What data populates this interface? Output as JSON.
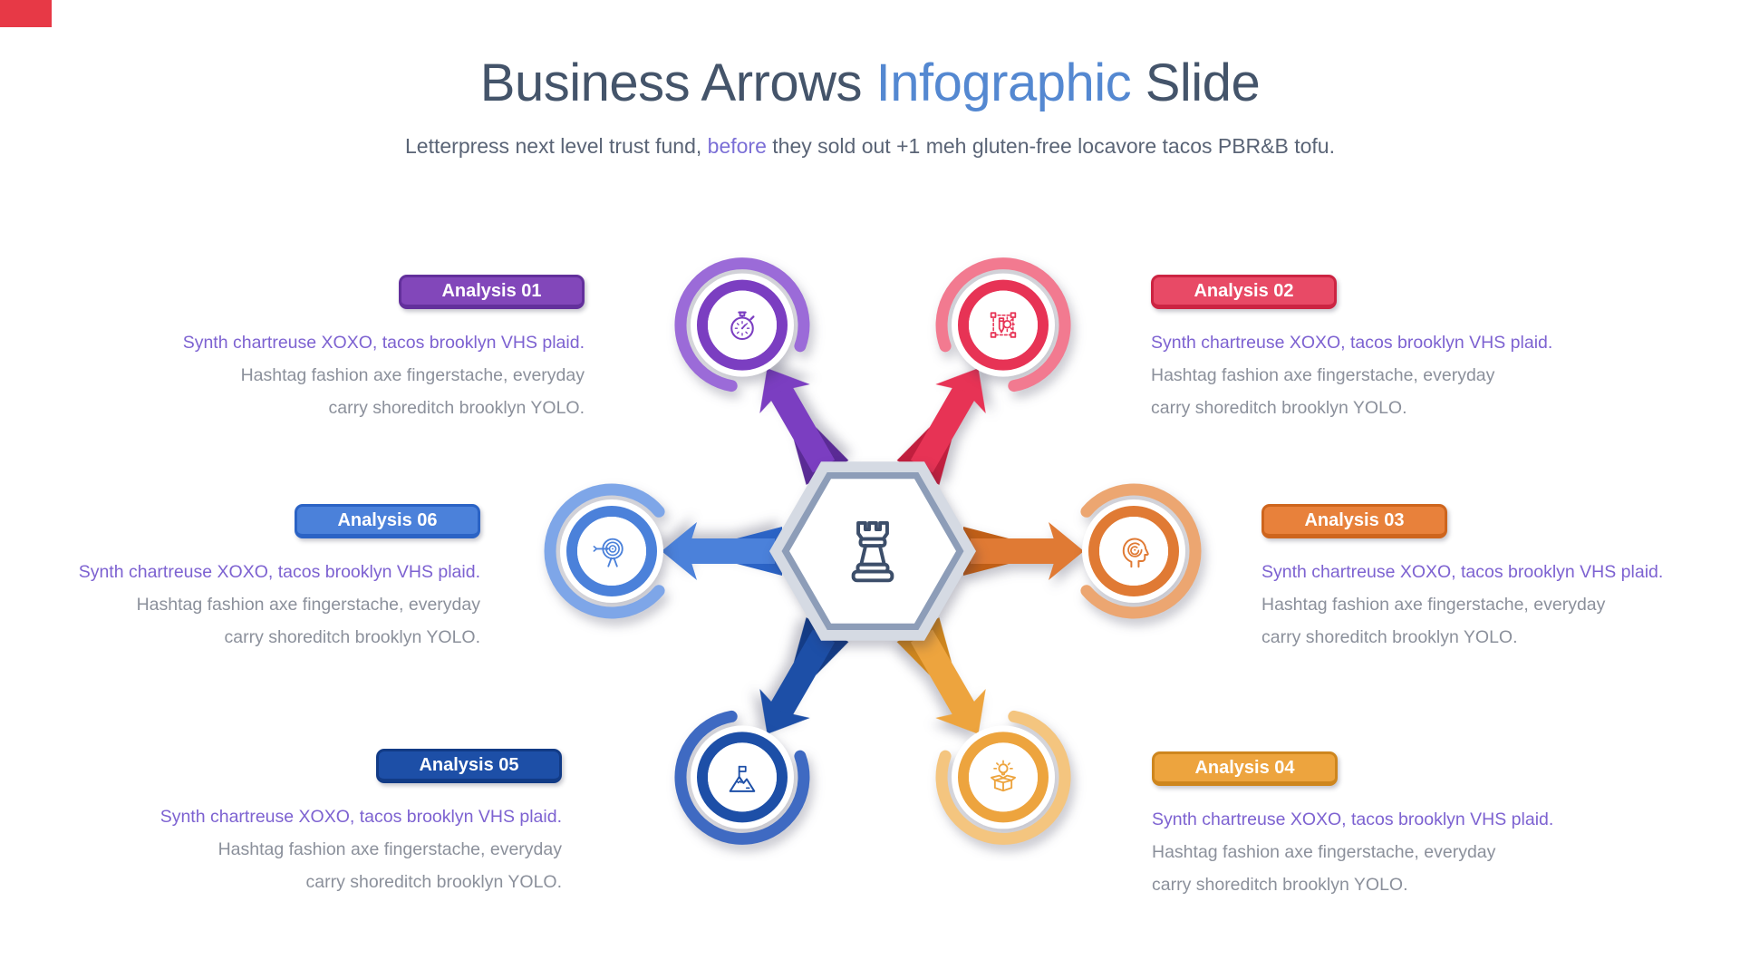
{
  "theme": {
    "background": "#FFFFFF",
    "corner_accent": "#E73946",
    "title_color": "#44546A",
    "accent_blue": "#5488D1",
    "subtitle_color": "#5A6476",
    "subtitle_accent": "#7B6FD6",
    "highlight_purple": "#7D62D1",
    "body_gray": "#8B909B"
  },
  "title": {
    "part1": "Business Arrows ",
    "accent": "Infographic",
    "part3": " Slide"
  },
  "subtitle": {
    "pre": "Letterpress next level trust fund, ",
    "accent": "before",
    "post": " they sold out +1 meh gluten-free locavore tacos PBR&B tofu."
  },
  "shared": {
    "line1": "Synth chartreuse XOXO, tacos brooklyn VHS plaid.",
    "line2": "Hashtag fashion axe fingerstache, everyday",
    "line3": "carry shoreditch brooklyn YOLO."
  },
  "blocks": [
    {
      "label": "Analysis 01",
      "colors": {
        "fill": "#8247BA",
        "border": "#63309C"
      }
    },
    {
      "label": "Analysis 02",
      "colors": {
        "fill": "#E84A66",
        "border": "#CC2442"
      }
    },
    {
      "label": "Analysis 03",
      "colors": {
        "fill": "#E8813B",
        "border": "#CE651D"
      }
    },
    {
      "label": "Analysis 04",
      "colors": {
        "fill": "#EDA43E",
        "border": "#CE861E"
      }
    },
    {
      "label": "Analysis 05",
      "colors": {
        "fill": "#1D4FA7",
        "border": "#123B86"
      }
    },
    {
      "label": "Analysis 06",
      "colors": {
        "fill": "#4B81DA",
        "border": "#2B63C5"
      }
    }
  ],
  "infographic": {
    "hex": {
      "outer": "#D5DAE3",
      "mid": "#8D9DB8",
      "fill": "#FFFFFF",
      "icon": "rook",
      "icon_color": "#3C4E6A"
    },
    "orbit_radius": 288,
    "nodes": [
      {
        "id": "analysis-01",
        "angle": 240,
        "icon": "stopwatch",
        "main": "#7B3EC1",
        "dark": "#5A2B95",
        "light": "#9B6BD8"
      },
      {
        "id": "analysis-02",
        "angle": 300,
        "icon": "design",
        "main": "#E73355",
        "dark": "#C01F3E",
        "light": "#F27A90"
      },
      {
        "id": "analysis-03",
        "angle": 0,
        "icon": "headmaze",
        "main": "#E07A34",
        "dark": "#C05F17",
        "light": "#ECA671"
      },
      {
        "id": "analysis-04",
        "angle": 60,
        "icon": "boxidea",
        "main": "#EDA43E",
        "dark": "#CE861E",
        "light": "#F4C57F"
      },
      {
        "id": "analysis-05",
        "angle": 120,
        "icon": "mountainflag",
        "main": "#1D4FA7",
        "dark": "#143C86",
        "light": "#3F6AC2"
      },
      {
        "id": "analysis-06",
        "angle": 180,
        "icon": "target",
        "main": "#4B81DA",
        "dark": "#2B63C5",
        "light": "#7EA6E8"
      }
    ]
  }
}
